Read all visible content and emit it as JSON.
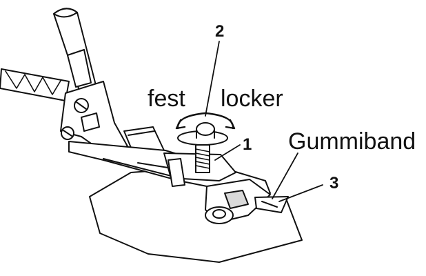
{
  "labels": {
    "fest": "fest",
    "locker": "locker",
    "gummiband": "Gummiband",
    "callout_1": "1",
    "callout_2": "2",
    "callout_3": "3"
  },
  "colors": {
    "ink": "#111111",
    "paper": "#ffffff",
    "shade": "#d9d9d9"
  },
  "icons": {
    "rotation": "rotate-arrows-icon"
  }
}
